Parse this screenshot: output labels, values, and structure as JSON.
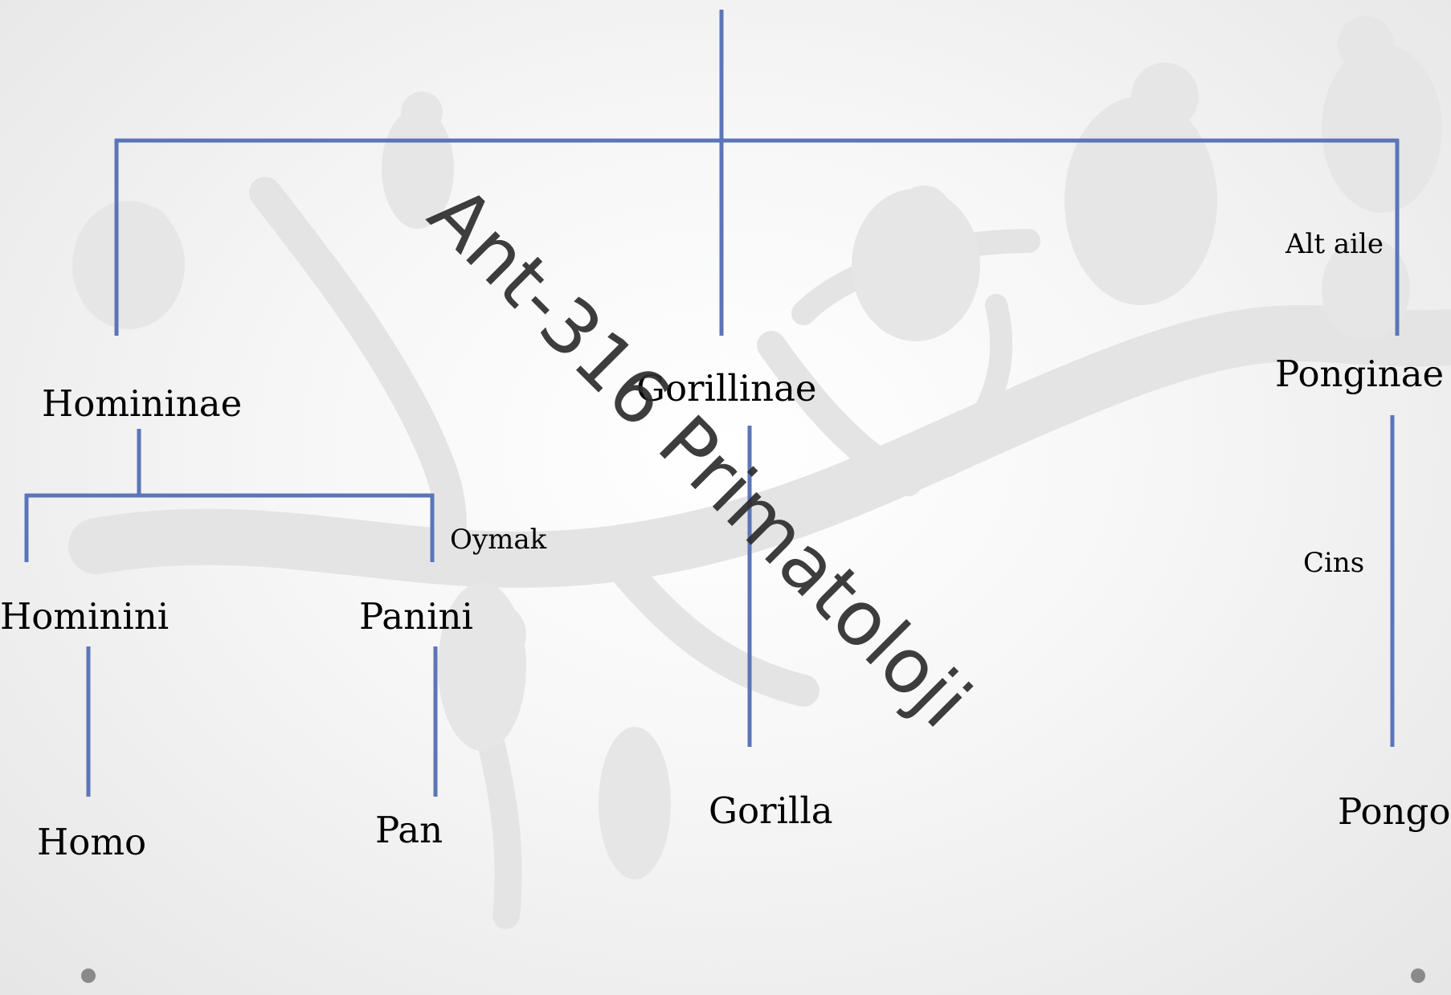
{
  "diagram": {
    "subfamilies": [
      {
        "name": "Homininae"
      },
      {
        "name": "Gorillinae"
      },
      {
        "name": "Ponginae"
      }
    ],
    "tribes": [
      {
        "name": "Hominini"
      },
      {
        "name": "Panini"
      }
    ],
    "genera": [
      {
        "name": "Homo"
      },
      {
        "name": "Pan"
      },
      {
        "name": "Gorilla"
      },
      {
        "name": "Pongo"
      }
    ],
    "rank_labels": {
      "subfamily": "Alt aile",
      "tribe": "Oymak",
      "genus": "Cins"
    },
    "line_color": "#5b75b8"
  },
  "watermark": {
    "text": "Ant-316 Primatoloji"
  }
}
